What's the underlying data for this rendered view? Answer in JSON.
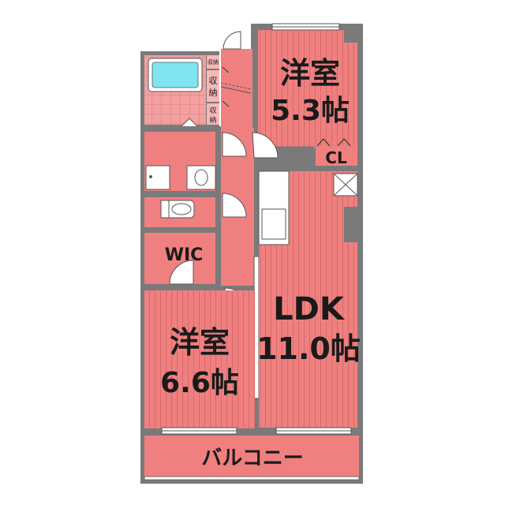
{
  "rooms": {
    "western_room_1": {
      "name": "洋室",
      "size": "5.3帖"
    },
    "closet": {
      "label": "CL"
    },
    "ldk": {
      "name": "LDK",
      "size": "11.0帖"
    },
    "western_room_2": {
      "name": "洋室",
      "size": "6.6帖"
    },
    "wic": {
      "label": "WIC"
    },
    "balcony": {
      "label": "バルコニー"
    },
    "storage_1": {
      "label": "収納"
    },
    "storage_2_line1": {
      "label": "収"
    },
    "storage_2_line2": {
      "label": "納"
    },
    "storage_3_line1": {
      "label": "収"
    },
    "storage_3_line2": {
      "label": "納"
    }
  },
  "colors": {
    "wall": "#7a7a7a",
    "floor": "#f08080",
    "floor_stripe": "#d86a6a",
    "wet_area": "#f7b8b8",
    "bath": "#7fe3f0",
    "fixture": "#ffffff",
    "fixture_line": "#555555"
  }
}
